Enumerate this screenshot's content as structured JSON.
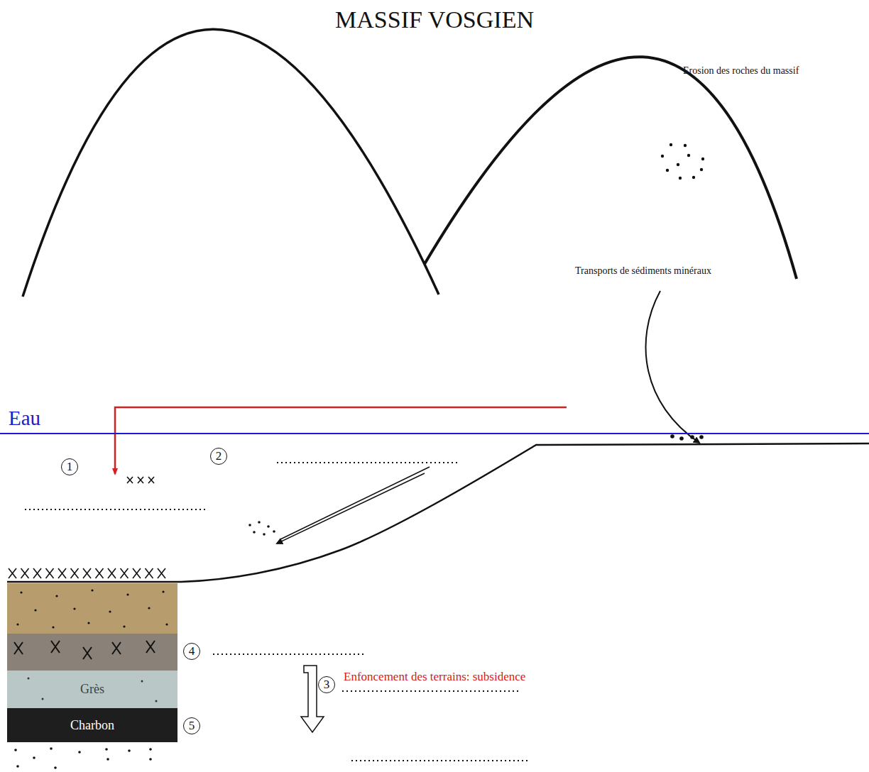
{
  "diagram": {
    "title": "MASSIF VOSGIEN",
    "nodes": [
      {
        "text": [
          "Grès"
        ]
      },
      {
        "text": [
          "Charbon"
        ]
      }
    ],
    "labels": [
      "Erosion des roches du massif",
      "Transports de sédiments minéraux",
      "Eau",
      "1",
      "2",
      "4",
      "3",
      "Enfoncement des terrains: subsidence",
      "5"
    ]
  }
}
